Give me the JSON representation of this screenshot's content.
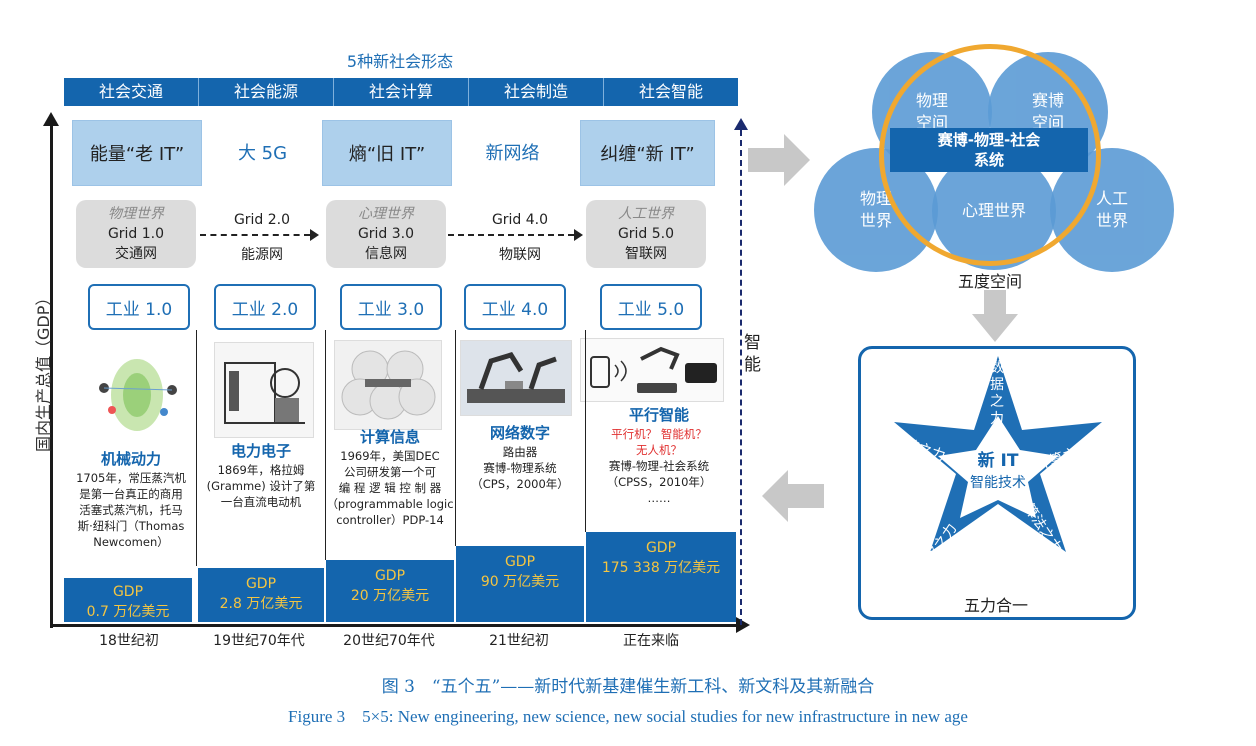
{
  "top_title": "5种新社会形态",
  "header": [
    "社会交通",
    "社会能源",
    "社会计算",
    "社会制造",
    "社会智能"
  ],
  "y_axis_label": "国内生产总值（GDP）",
  "smart_label": "智能",
  "it_row": [
    "能量“老 IT”",
    "大 5G",
    "熵“旧 IT”",
    "新网络",
    "纠缠“新 IT”"
  ],
  "grid_row": [
    {
      "world": "物理世界",
      "grid": "Grid 1.0",
      "net": "交通网"
    },
    {
      "grid": "Grid 2.0",
      "net": "能源网"
    },
    {
      "world": "心理世界",
      "grid": "Grid 3.0",
      "net": "信息网"
    },
    {
      "grid": "Grid 4.0",
      "net": "物联网"
    },
    {
      "world": "人工世界",
      "grid": "Grid 5.0",
      "net": "智联网"
    }
  ],
  "industry": [
    "工业 1.0",
    "工业 2.0",
    "工业 3.0",
    "工业 4.0",
    "工业 5.0"
  ],
  "eras": [
    {
      "title": "机械动力",
      "text": [
        "1705年，常压蒸汽机",
        "是第一台真正的商用",
        "活塞式蒸汽机，托马",
        "斯·纽科门（Thomas",
        "Newcomen）"
      ],
      "gdp1": "GDP",
      "gdp2": "0.7 万亿美元"
    },
    {
      "title": "电力电子",
      "text": [
        "1869年，格拉姆",
        "(Gramme) 设计了第",
        "一台直流电动机"
      ],
      "gdp1": "GDP",
      "gdp2": "2.8 万亿美元"
    },
    {
      "title": "计算信息",
      "text": [
        "1969年，美国DEC",
        "公司研发第一个可",
        "编 程 逻 辑 控 制 器",
        "（programmable logic",
        "controller）PDP-14"
      ],
      "gdp1": "GDP",
      "gdp2": "20 万亿美元"
    },
    {
      "title": "网络数字",
      "text": [
        "路由器",
        "赛博-物理系统",
        "（CPS，2000年）"
      ],
      "gdp1": "GDP",
      "gdp2": "90 万亿美元"
    },
    {
      "title": "平行智能",
      "red": [
        "平行机？ 智能机？",
        "无人机？"
      ],
      "text": [
        "赛博-物理-社会系统",
        "（CPSS，2010年）",
        "……"
      ],
      "gdp1": "GDP",
      "gdp2": "175 338 万亿美元"
    }
  ],
  "x_labels": [
    "18世纪初",
    "19世纪70年代",
    "20世纪70年代",
    "21世纪初",
    "正在来临"
  ],
  "five_spaces": {
    "physical_space": "物理\n空间",
    "cyber_space": "赛博\n空间",
    "physical_world": "物理\n世界",
    "mental_world": "心理世界",
    "artificial_world": "人工\n世界",
    "center": "赛博-物理-社会\n系统",
    "label": "五度空间"
  },
  "five_forces": {
    "data": "数据之力",
    "compute": "计算之力",
    "algorithm": "算法之力",
    "network": "网络之力",
    "blockchain": "区块链之力",
    "center_title": "新 IT",
    "center_sub": "智能技术",
    "label": "五力合一"
  },
  "caption_cn": "图 3　“五个五”——新时代新基建催生新工科、新文科及其新融合",
  "caption_en": "Figure 3　5×5: New engineering, new science, new social studies for new infrastructure in new age",
  "colors": {
    "blue": "#1465ad",
    "light_blue": "#aed0ec",
    "gold": "#f4c542",
    "orange_ring": "#f0a830",
    "circle": "#5b9bd5"
  }
}
